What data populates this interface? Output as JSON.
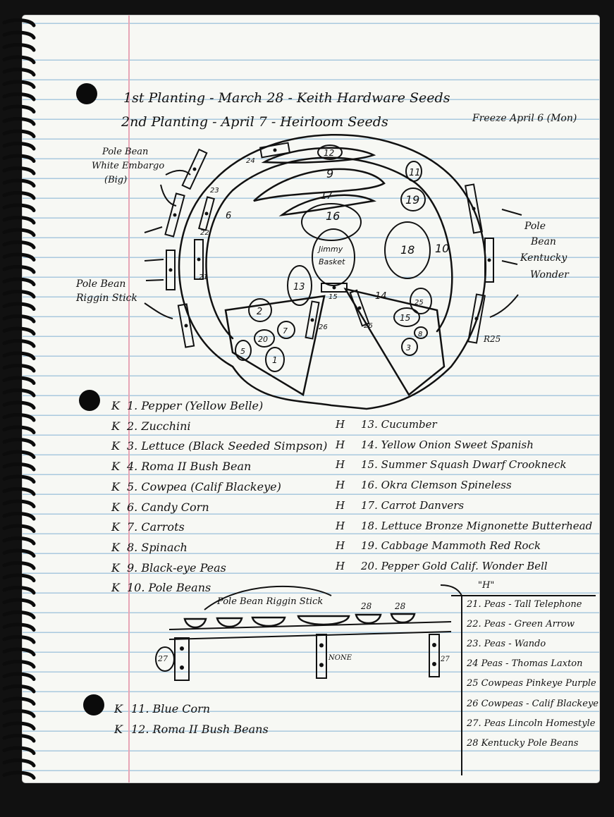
{
  "header": {
    "line1": "1st Planting - March 28 - Keith Hardware Seeds",
    "line2": "2nd Planting - April 7 - Heirloom Seeds",
    "note": "Freeze April 6 (Mon)"
  },
  "diagram": {
    "label_white": [
      "Pole Bean",
      "White Embargo",
      "(Big)"
    ],
    "label_riggin": [
      "Pole Bean",
      "Riggin Stick"
    ],
    "label_kentucky": [
      "Pole",
      "Bean",
      "Kentucky",
      "Wonder"
    ],
    "center_label": [
      "Jimmy",
      "Basket"
    ],
    "r25": "R25",
    "plot_numbers": {
      "p1": "1",
      "p2": "2",
      "p3": "3",
      "p5": "5",
      "p6": "6",
      "p7": "7",
      "p8": "8",
      "p9": "9",
      "p10": "10",
      "p11": "11",
      "p12": "12",
      "p13": "13",
      "p14": "14",
      "p15": "15",
      "p16": "16",
      "p17": "17",
      "p18": "18",
      "p19": "19",
      "p20": "20",
      "p21": "21",
      "p22": "22",
      "p23": "23",
      "p24": "24",
      "p25": "25",
      "p26a": "26",
      "p26b": "26"
    }
  },
  "list_left": [
    {
      "mark": "K",
      "text": "1. Pepper (Yellow Belle)"
    },
    {
      "mark": "K",
      "text": "2. Zucchini"
    },
    {
      "mark": "K",
      "text": "3. Lettuce (Black Seeded Simpson)"
    },
    {
      "mark": "K",
      "text": "4. Roma II Bush Bean"
    },
    {
      "mark": "K",
      "text": "5. Cowpea (Calif Blackeye)"
    },
    {
      "mark": "K",
      "text": "6. Candy Corn"
    },
    {
      "mark": "K",
      "text": "7. Carrots"
    },
    {
      "mark": "K",
      "text": "8. Spinach"
    },
    {
      "mark": "K",
      "text": "9. Black-eye Peas"
    },
    {
      "mark": "K",
      "text": "10. Pole Beans"
    }
  ],
  "list_right": [
    {
      "mark": "H",
      "text": "13. Cucumber"
    },
    {
      "mark": "H",
      "text": "14. Yellow Onion Sweet Spanish"
    },
    {
      "mark": "H",
      "text": "15. Summer Squash Dwarf Crookneck"
    },
    {
      "mark": "H",
      "text": "16. Okra Clemson Spineless"
    },
    {
      "mark": "H",
      "text": "17. Carrot Danvers"
    },
    {
      "mark": "H",
      "text": "18. Lettuce Bronze Mignonette Butterhead"
    },
    {
      "mark": "H",
      "text": "19. Cabbage Mammoth Red Rock"
    },
    {
      "mark": "H",
      "text": "20. Pepper Gold Calif. Wonder Bell"
    }
  ],
  "trellis": {
    "label": "Pole Bean Riggin Stick",
    "n28a": "28",
    "n28b": "28",
    "n27": "27",
    "post_label": "NONE",
    "n27b": "27"
  },
  "h_header": "\"H\"",
  "list_h": [
    "21. Peas - Tall Telephone",
    "22. Peas - Green Arrow",
    "23. Peas - Wando",
    "24 Peas - Thomas Laxton",
    "25 Cowpeas Pinkeye Purple",
    "26 Cowpeas - Calif Blackeye",
    "27. Peas Lincoln Homestyle",
    "28 Kentucky Pole Beans"
  ],
  "list_bottom": [
    {
      "mark": "K",
      "text": "11. Blue Corn"
    },
    {
      "mark": "K",
      "text": "12. Roma II Bush Beans"
    }
  ]
}
